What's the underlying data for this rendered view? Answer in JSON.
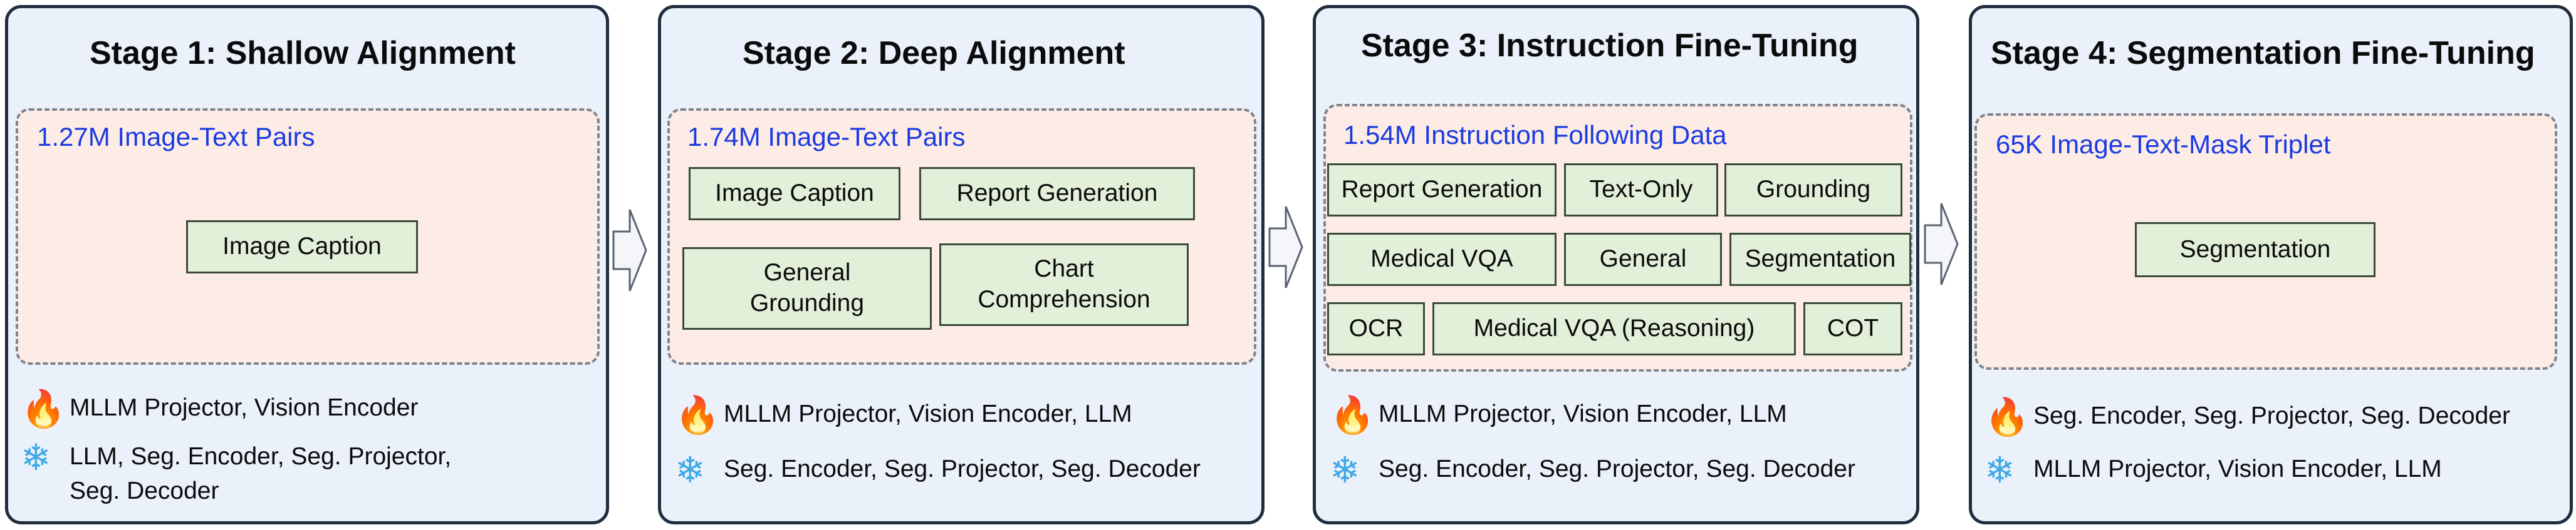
{
  "stages": [
    {
      "title": "Stage 1: Shallow Alignment",
      "data_title": "1.27M Image-Text Pairs",
      "tasks": [
        "Image Caption"
      ],
      "trainable": "MLLM Projector, Vision Encoder",
      "frozen": "LLM, Seg. Encoder, Seg. Projector,\nSeg. Decoder",
      "trainable_icon": "fire-icon",
      "frozen_icon": "snowflake-icon"
    },
    {
      "title": "Stage 2: Deep Alignment",
      "data_title": "1.74M Image-Text Pairs",
      "tasks": [
        "Image Caption",
        "Report Generation",
        "General\nGrounding",
        "Chart\nComprehension"
      ],
      "trainable": "MLLM Projector, Vision Encoder, LLM",
      "frozen": "Seg. Encoder, Seg. Projector, Seg. Decoder",
      "trainable_icon": "fire-icon",
      "frozen_icon": "snowflake-icon"
    },
    {
      "title": "Stage 3: Instruction Fine-Tuning",
      "data_title": "1.54M Instruction Following Data",
      "tasks": [
        "Report Generation",
        "Text-Only",
        "Grounding",
        "Medical VQA",
        "General",
        "Segmentation",
        "OCR",
        "Medical VQA (Reasoning)",
        "COT"
      ],
      "trainable": "MLLM Projector, Vision Encoder, LLM",
      "frozen": "Seg. Encoder, Seg. Projector, Seg. Decoder",
      "trainable_icon": "fire-icon",
      "frozen_icon": "snowflake-icon"
    },
    {
      "title": "Stage 4: Segmentation Fine-Tuning",
      "data_title": "65K Image-Text-Mask Triplet",
      "tasks": [
        "Segmentation"
      ],
      "trainable": "Seg. Encoder, Seg. Projector, Seg. Decoder",
      "frozen": "MLLM Projector, Vision Encoder, LLM",
      "trainable_icon": "fire-icon",
      "frozen_icon": "snowflake-icon"
    }
  ],
  "colors": {
    "stage_bg": "#eaf1fb",
    "data_bg": "#fdece6",
    "task_bg": "#e2efd9",
    "data_title": "#1a3be0",
    "fire": "#f1592a",
    "snow": "#3fa8e6"
  }
}
